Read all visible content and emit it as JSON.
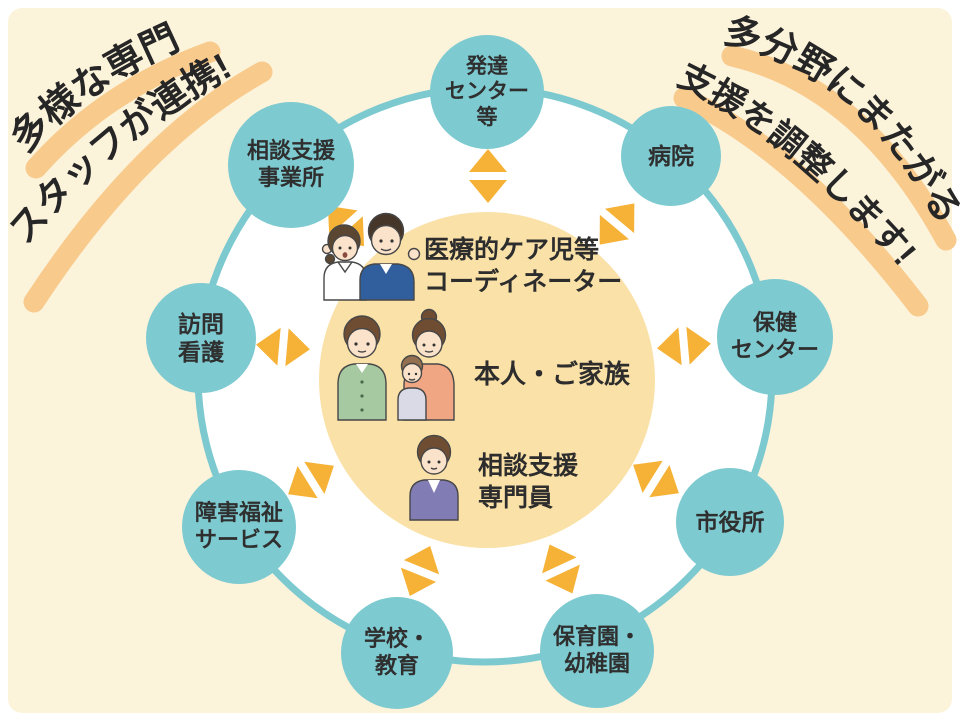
{
  "banners": {
    "top_left": {
      "line1": "多様な専門",
      "line2": "スタッフが連携!"
    },
    "top_right": {
      "line1": "多分野にまたがる",
      "line2": "支援を調整します!"
    }
  },
  "hub": {
    "coordinator_label": "医療的ケア児等\nコーディネーター",
    "person_family_label": "本人・ご家族",
    "specialist_label": "相談支援\n専門員"
  },
  "network": [
    {
      "id": "development-center",
      "label": "発達\nセンター\n等"
    },
    {
      "id": "hospital",
      "label": "病院"
    },
    {
      "id": "health-center",
      "label": "保健\nセンター"
    },
    {
      "id": "city-hall",
      "label": "市役所"
    },
    {
      "id": "nursery-kindergarten",
      "label": "保育園・\n幼稚園"
    },
    {
      "id": "school-education",
      "label": "学校・\n教育"
    },
    {
      "id": "disability-welfare",
      "label": "障害福祉\nサービス"
    },
    {
      "id": "home-nursing",
      "label": "訪問\n看護"
    },
    {
      "id": "consultation-office",
      "label": "相談支援\n事業所"
    }
  ],
  "illustrations": [
    {
      "name": "medical-staff-illustration",
      "depicts": "nurse and male coordinator cheering"
    },
    {
      "name": "family-illustration",
      "depicts": "father, mother and baby"
    },
    {
      "name": "specialist-illustration",
      "depicts": "consultation support specialist"
    }
  ],
  "colors": {
    "background": "#FCF3DB",
    "node_teal": "#7DCAD0",
    "ring_stroke": "#7CC9CF",
    "hub_fill": "#FAE1A8",
    "arrow_orange": "#F6B237",
    "banner_highlight": "#F8CA8C",
    "text": "#2f2f2f"
  }
}
